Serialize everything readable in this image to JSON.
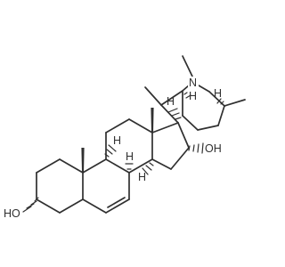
{
  "labels": {
    "oh3": "HO",
    "oh16": "OH",
    "n": "N",
    "h5": "H",
    "h8": "H",
    "h9": "H",
    "h14": "H",
    "h20": "H",
    "h22": "H"
  },
  "colors": {
    "ink": "#303030",
    "background": "#ffffff"
  }
}
